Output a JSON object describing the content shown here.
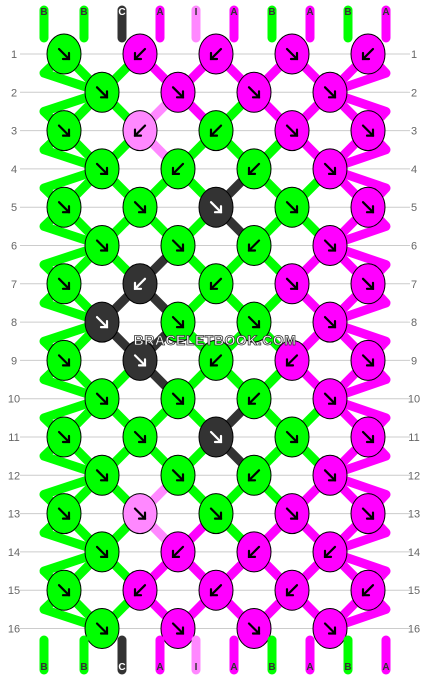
{
  "watermark": "BRACELETBOOK.COM",
  "colors": {
    "B": "#00ff00",
    "C": "#333333",
    "A": "#ff00ff",
    "I": "#ff88ff",
    "stroke": "#000000",
    "grid": "#cccccc",
    "label": "#666666"
  },
  "row_numbers": [
    "1",
    "2",
    "3",
    "4",
    "5",
    "6",
    "7",
    "8",
    "9",
    "10",
    "11",
    "12",
    "13",
    "14",
    "15",
    "16"
  ],
  "top_strings": [
    "B",
    "B",
    "C",
    "A",
    "I",
    "A",
    "B",
    "A",
    "B",
    "A"
  ],
  "bottom_strings": [
    "B",
    "B",
    "C",
    "A",
    "I",
    "A",
    "B",
    "A",
    "B",
    "A"
  ],
  "rows": [
    [
      {
        "c": "B",
        "a": "se"
      },
      {
        "c": "A",
        "a": "sw"
      },
      {
        "c": "A",
        "a": "sw"
      },
      {
        "c": "A",
        "a": "se"
      },
      {
        "c": "A",
        "a": "sw"
      }
    ],
    [
      {
        "c": "B",
        "a": "se"
      },
      {
        "c": "A",
        "a": "se"
      },
      {
        "c": "A",
        "a": "se"
      },
      {
        "c": "A",
        "a": "se"
      }
    ],
    [
      {
        "c": "B",
        "a": "se"
      },
      {
        "c": "I",
        "a": "sw"
      },
      {
        "c": "B",
        "a": "sw"
      },
      {
        "c": "A",
        "a": "se"
      },
      {
        "c": "A",
        "a": "se"
      }
    ],
    [
      {
        "c": "B",
        "a": "se"
      },
      {
        "c": "B",
        "a": "sw"
      },
      {
        "c": "B",
        "a": "sw"
      },
      {
        "c": "A",
        "a": "se"
      }
    ],
    [
      {
        "c": "B",
        "a": "se"
      },
      {
        "c": "B",
        "a": "se"
      },
      {
        "c": "C",
        "a": "se"
      },
      {
        "c": "B",
        "a": "se"
      },
      {
        "c": "A",
        "a": "se"
      }
    ],
    [
      {
        "c": "B",
        "a": "se"
      },
      {
        "c": "B",
        "a": "se"
      },
      {
        "c": "B",
        "a": "sw"
      },
      {
        "c": "A",
        "a": "se"
      }
    ],
    [
      {
        "c": "B",
        "a": "se"
      },
      {
        "c": "C",
        "a": "sw"
      },
      {
        "c": "B",
        "a": "sw"
      },
      {
        "c": "A",
        "a": "se"
      },
      {
        "c": "A",
        "a": "se"
      }
    ],
    [
      {
        "c": "C",
        "a": "se"
      },
      {
        "c": "B",
        "a": "se"
      },
      {
        "c": "B",
        "a": "se"
      },
      {
        "c": "A",
        "a": "se"
      }
    ],
    [
      {
        "c": "B",
        "a": "se"
      },
      {
        "c": "C",
        "a": "se"
      },
      {
        "c": "B",
        "a": "sw"
      },
      {
        "c": "A",
        "a": "sw"
      },
      {
        "c": "A",
        "a": "se"
      }
    ],
    [
      {
        "c": "B",
        "a": "se"
      },
      {
        "c": "B",
        "a": "se"
      },
      {
        "c": "B",
        "a": "sw"
      },
      {
        "c": "A",
        "a": "se"
      }
    ],
    [
      {
        "c": "B",
        "a": "se"
      },
      {
        "c": "B",
        "a": "se"
      },
      {
        "c": "C",
        "a": "se"
      },
      {
        "c": "B",
        "a": "se"
      },
      {
        "c": "A",
        "a": "se"
      }
    ],
    [
      {
        "c": "B",
        "a": "se"
      },
      {
        "c": "B",
        "a": "se"
      },
      {
        "c": "B",
        "a": "sw"
      },
      {
        "c": "A",
        "a": "se"
      }
    ],
    [
      {
        "c": "B",
        "a": "se"
      },
      {
        "c": "I",
        "a": "se"
      },
      {
        "c": "B",
        "a": "se"
      },
      {
        "c": "A",
        "a": "se"
      },
      {
        "c": "A",
        "a": "se"
      }
    ],
    [
      {
        "c": "B",
        "a": "se"
      },
      {
        "c": "A",
        "a": "sw"
      },
      {
        "c": "A",
        "a": "sw"
      },
      {
        "c": "A",
        "a": "sw"
      }
    ],
    [
      {
        "c": "B",
        "a": "se"
      },
      {
        "c": "A",
        "a": "sw"
      },
      {
        "c": "A",
        "a": "sw"
      },
      {
        "c": "A",
        "a": "sw"
      },
      {
        "c": "A",
        "a": "sw"
      }
    ],
    [
      {
        "c": "B",
        "a": "se"
      },
      {
        "c": "A",
        "a": "se"
      },
      {
        "c": "A",
        "a": "se"
      },
      {
        "c": "A",
        "a": "se"
      }
    ]
  ]
}
